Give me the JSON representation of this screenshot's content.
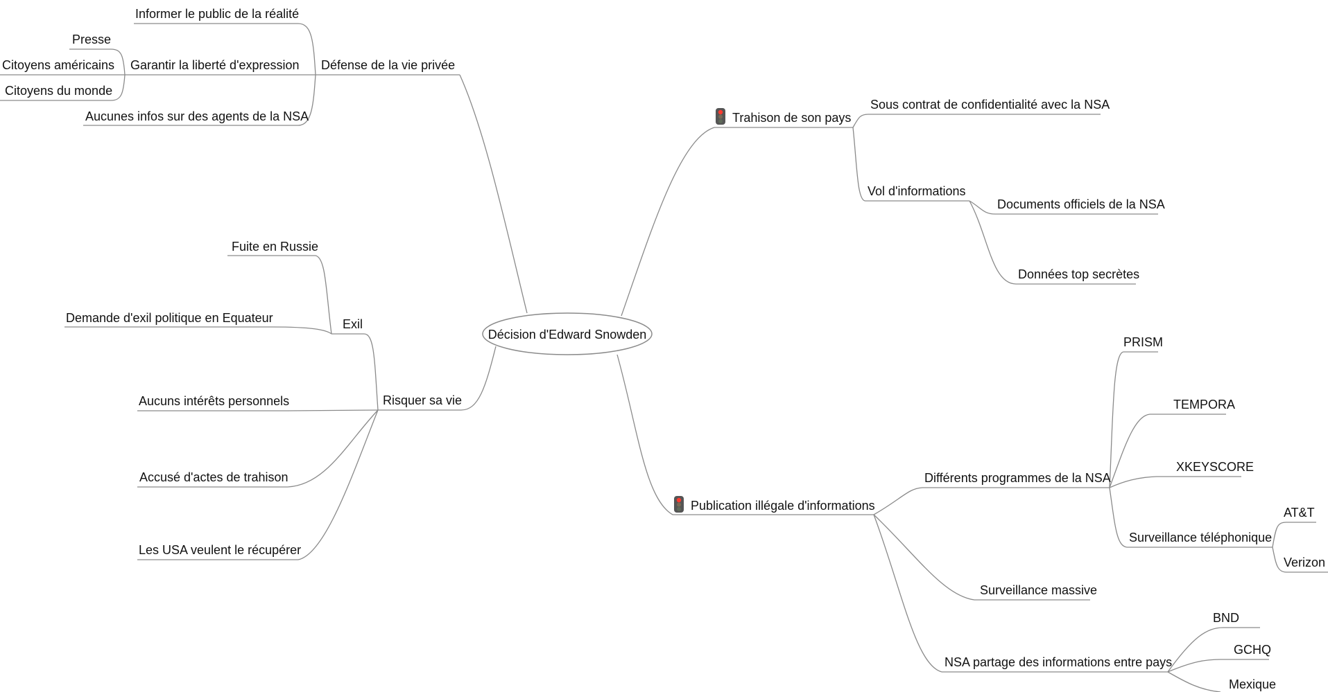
{
  "root": {
    "label": "Décision d'Edward Snowden"
  },
  "branches": {
    "defense": {
      "label": "Défense de la vie privée",
      "informer": "Informer le public de la réalité",
      "garantir": {
        "label": "Garantir la liberté d'expression",
        "presse": "Presse",
        "americains": "Citoyens américains",
        "monde": "Citoyens du monde"
      },
      "aucunes_infos": "Aucunes infos sur des agents de la NSA"
    },
    "risquer": {
      "label": "Risquer sa vie",
      "exil": {
        "label": "Exil",
        "russie": "Fuite en Russie",
        "equateur": "Demande d'exil politique en Equateur"
      },
      "interets": "Aucuns intérêts personnels",
      "accuse": "Accusé d'actes de trahison",
      "usa": "Les USA veulent le récupérer"
    },
    "trahison": {
      "label": "Trahison de son pays",
      "icon": "traffic-light-icon",
      "contrat": "Sous contrat de confidentialité avec la NSA",
      "vol": {
        "label": "Vol d'informations",
        "documents": "Documents officiels de la NSA",
        "donnees": "Données top secrètes"
      }
    },
    "publication": {
      "label": "Publication illégale d'informations",
      "icon": "traffic-light-icon",
      "programmes": {
        "label": "Différents programmes de la NSA",
        "prism": "PRISM",
        "tempora": "TEMPORA",
        "xkeyscore": "XKEYSCORE",
        "telephonique": {
          "label": "Surveillance téléphonique",
          "att": "AT&T",
          "verizon": "Verizon"
        }
      },
      "massive": "Surveillance massive",
      "partage": {
        "label": "NSA partage des informations entre pays",
        "bnd": "BND",
        "gchq": "GCHQ",
        "mexique": "Mexique"
      }
    }
  }
}
